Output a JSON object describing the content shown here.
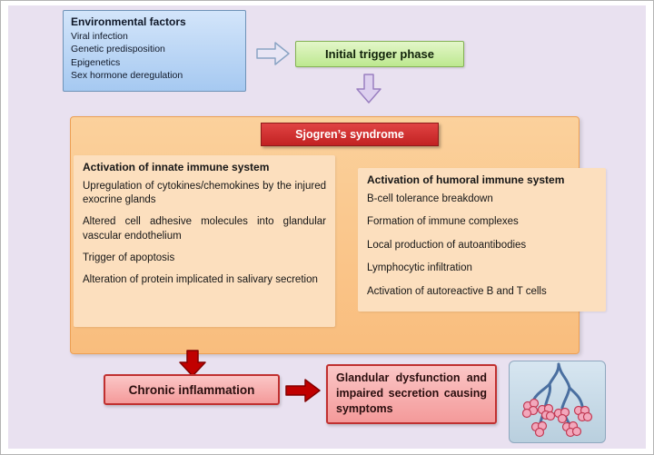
{
  "colors": {
    "page_background": "#e9e1f0",
    "environment_box": "#a6c9f1",
    "trigger_box": "#bde88f",
    "main_panel_orange": "#f9bd7d",
    "inner_panel_peach": "#fcdfbe",
    "banner_red": "#c22222",
    "outcome_pink": "#f49a9a",
    "arrow_red": "#c00000",
    "arrow_lavender": "#ddd0ef"
  },
  "environmental": {
    "title": "Environmental factors",
    "items": [
      "Viral infection",
      "Genetic predisposition",
      "Epigenetics",
      "Sex hormone deregulation"
    ]
  },
  "trigger": {
    "label": "Initial trigger phase"
  },
  "syndrome": {
    "banner": "Sjogren’s syndrome",
    "innate": {
      "title": "Activation of innate immune system",
      "items": [
        "Upregulation of cytokines/chemokines by the injured exocrine glands",
        "Altered cell adhesive molecules into glandular vascular endothelium",
        "Trigger of apoptosis",
        "Alteration of protein implicated in salivary secretion"
      ]
    },
    "humoral": {
      "title": "Activation of humoral immune system",
      "items": [
        "B-cell tolerance breakdown",
        "Formation of immune complexes",
        "Local production of autoantibodies",
        "Lymphocytic infiltration",
        "Activation of autoreactive B and T cells"
      ]
    }
  },
  "outcomes": {
    "chronic": "Chronic inflammation",
    "glandular": "Glandular  dysfunction and impaired secretion causing symptoms"
  },
  "icons": {
    "blue_flow_arrow": "right-block-arrow",
    "purple_flow_arrow": "down-block-arrow",
    "red_down_arrow": "down-block-arrow",
    "red_right_arrow": "right-block-arrow",
    "gland": "salivary-gland-illustration"
  }
}
